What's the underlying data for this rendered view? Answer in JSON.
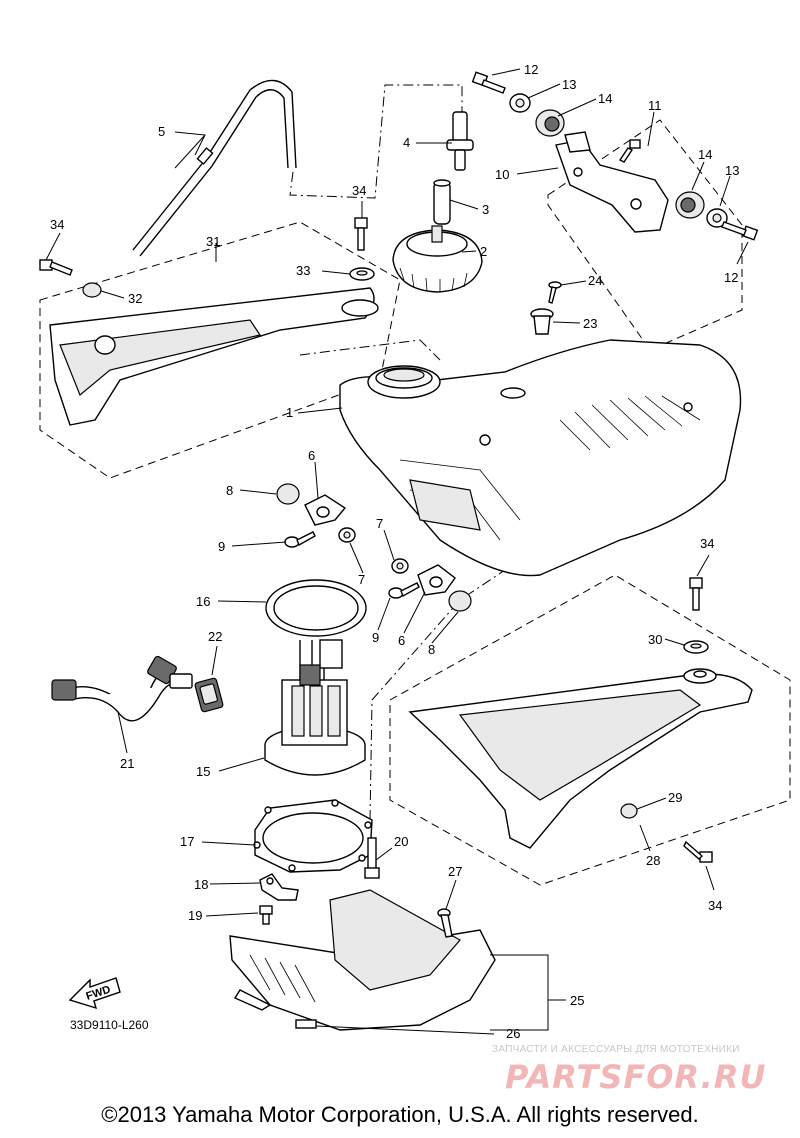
{
  "diagram": {
    "part_numbers": [
      "1",
      "2",
      "3",
      "4",
      "5",
      "6",
      "6",
      "7",
      "7",
      "8",
      "8",
      "9",
      "9",
      "10",
      "11",
      "12",
      "12",
      "13",
      "13",
      "14",
      "14",
      "15",
      "16",
      "17",
      "18",
      "19",
      "20",
      "21",
      "22",
      "23",
      "24",
      "25",
      "26",
      "27",
      "28",
      "29",
      "30",
      "31",
      "32",
      "33",
      "34",
      "34",
      "34",
      "34"
    ],
    "fwd_arrow_text": "FWD",
    "drawing_code": "33D9110-L260"
  },
  "watermark": {
    "caption": "ЗАПЧАСТИ И АКСЕССУАРЫ ДЛЯ МОТОТЕХНИКИ",
    "logo": "PARTSFOR.RU"
  },
  "footer": {
    "copyright": "©2013 Yamaha Motor Corporation, U.S.A. All rights reserved."
  },
  "colors": {
    "line": "#000000",
    "background": "#ffffff",
    "watermark_logo": "#f2b6b6",
    "watermark_caption": "#c8c8c8"
  }
}
